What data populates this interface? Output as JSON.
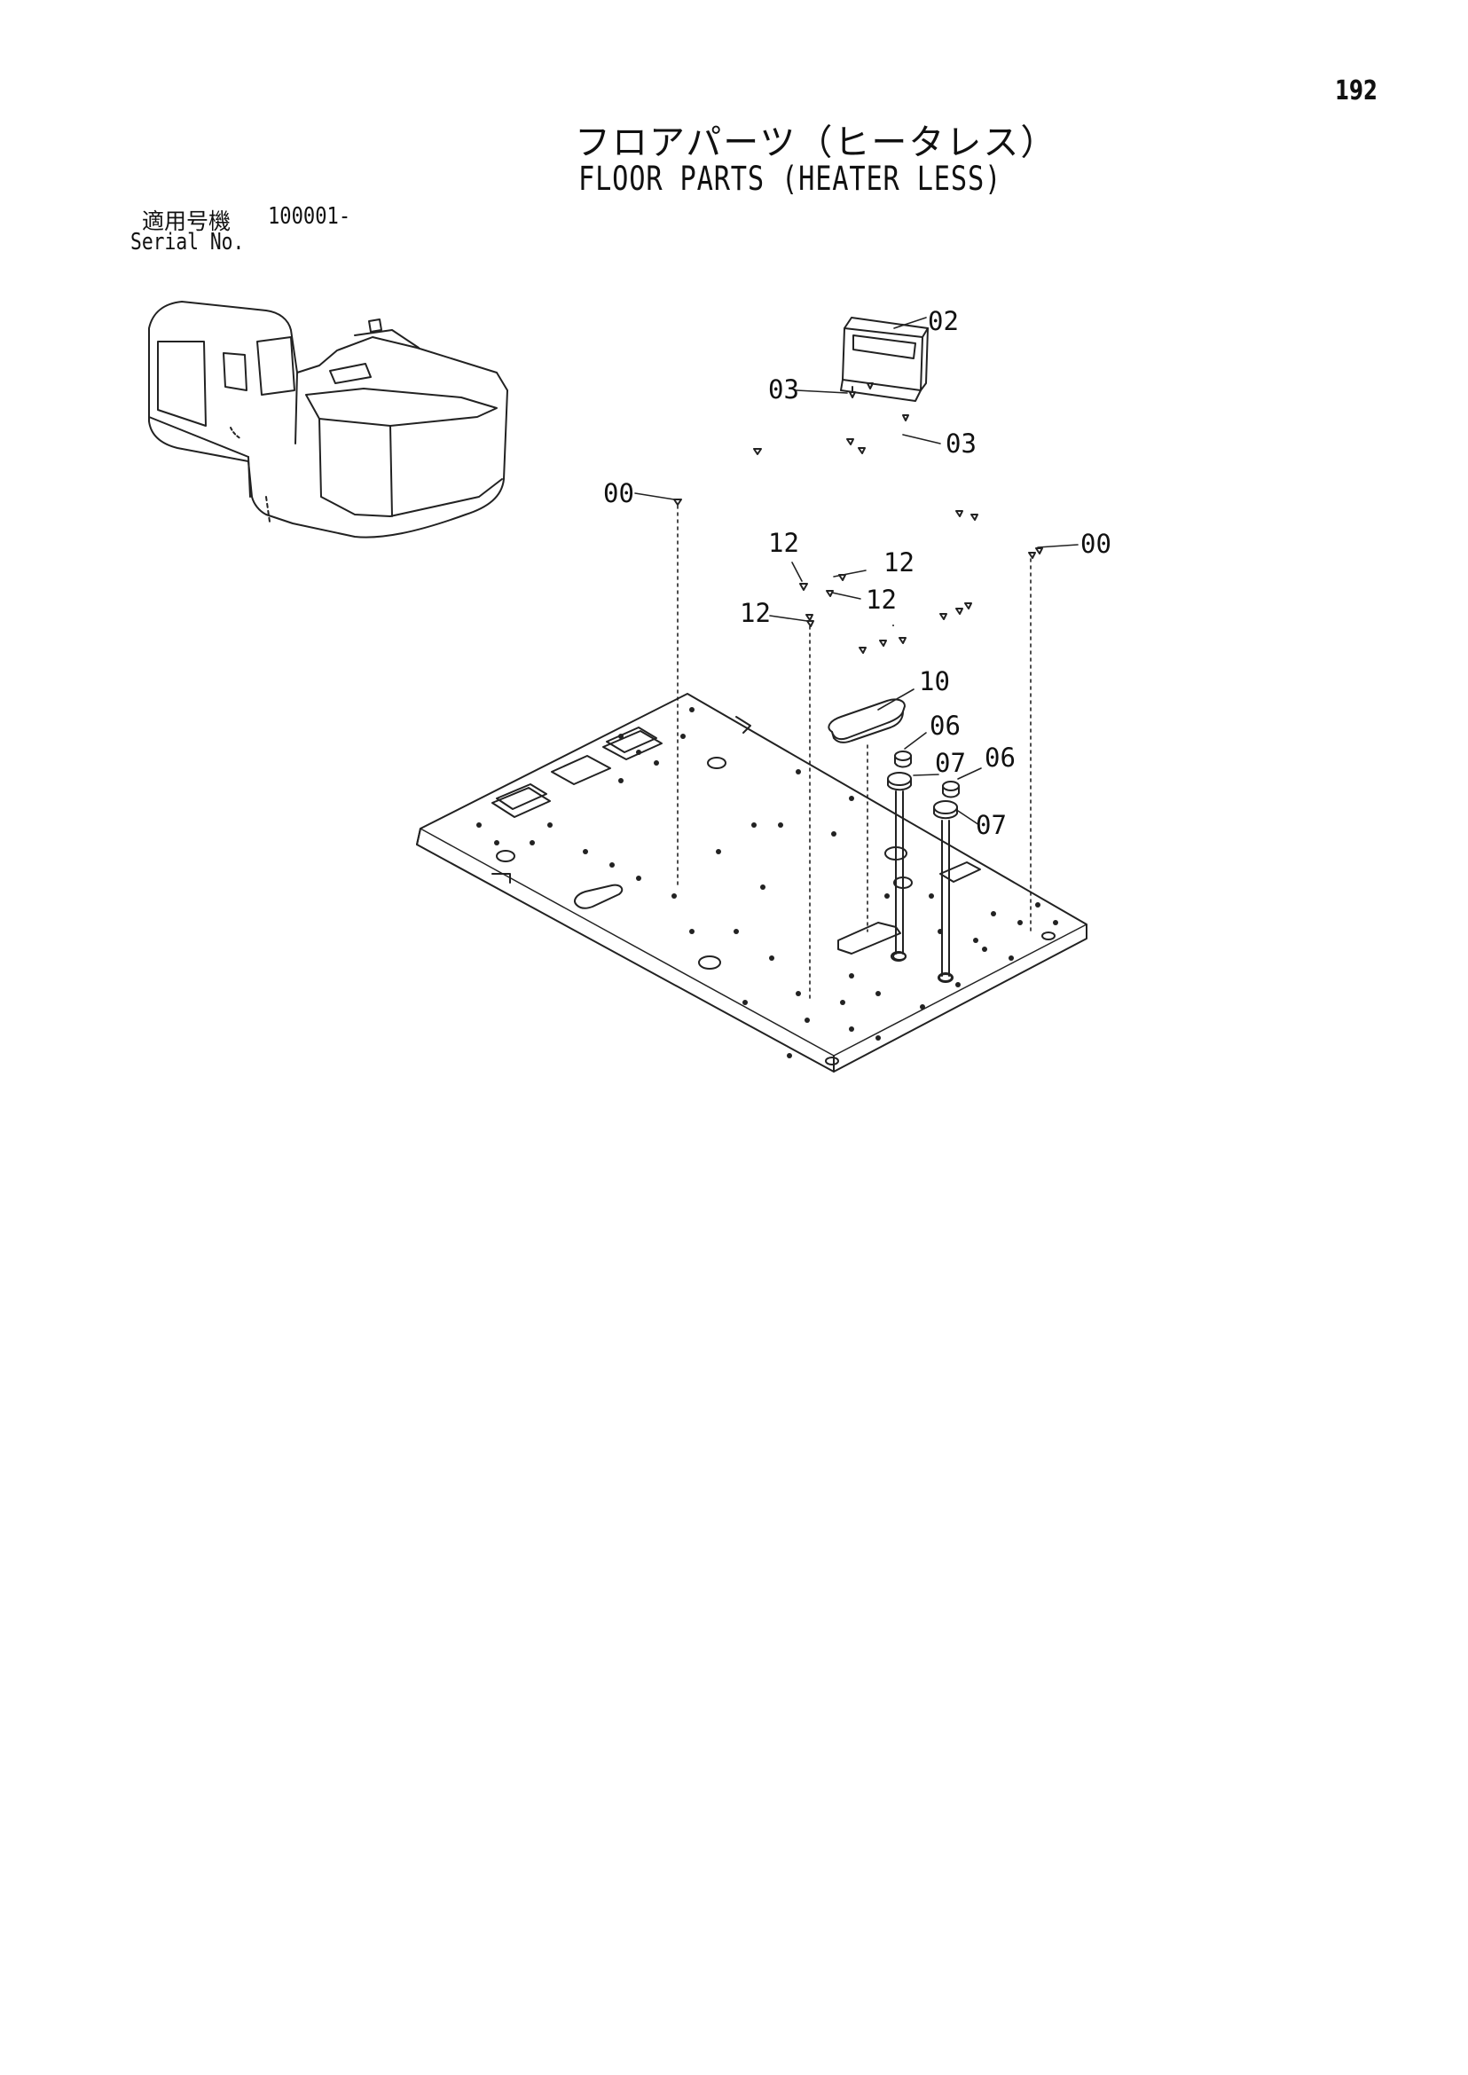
{
  "page": {
    "number": "192"
  },
  "title": {
    "japanese": "フロアパーツ（ヒータレス）",
    "english": "FLOOR PARTS (HEATER LESS)"
  },
  "serial": {
    "label_jp": "適用号機",
    "value": "100001-",
    "label_en": "Serial No."
  },
  "callouts": {
    "c02": "02",
    "c03a": "03",
    "c03b": "03",
    "c00a": "00",
    "c00b": "00",
    "c12a": "12",
    "c12b": "12",
    "c12c": "12",
    "c12d": "12",
    "c10": "10",
    "c06a": "06",
    "c06b": "06",
    "c07a": "07",
    "c07b": "07"
  }
}
